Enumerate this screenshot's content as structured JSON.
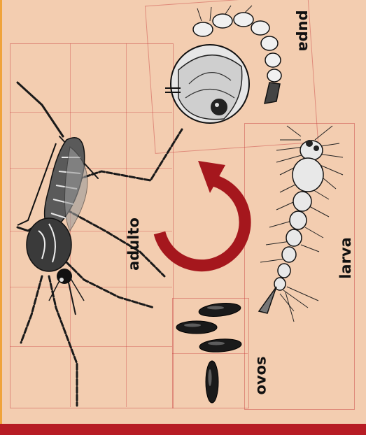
{
  "labels": {
    "adulto": "adulto",
    "pupa": "pupa",
    "larva": "larva",
    "ovos": "ovos"
  },
  "colors": {
    "background": "#f3cdb0",
    "arrow": "#a5171d",
    "bottom_bar": "#b71c24",
    "left_edge": "#f0a33a"
  }
}
